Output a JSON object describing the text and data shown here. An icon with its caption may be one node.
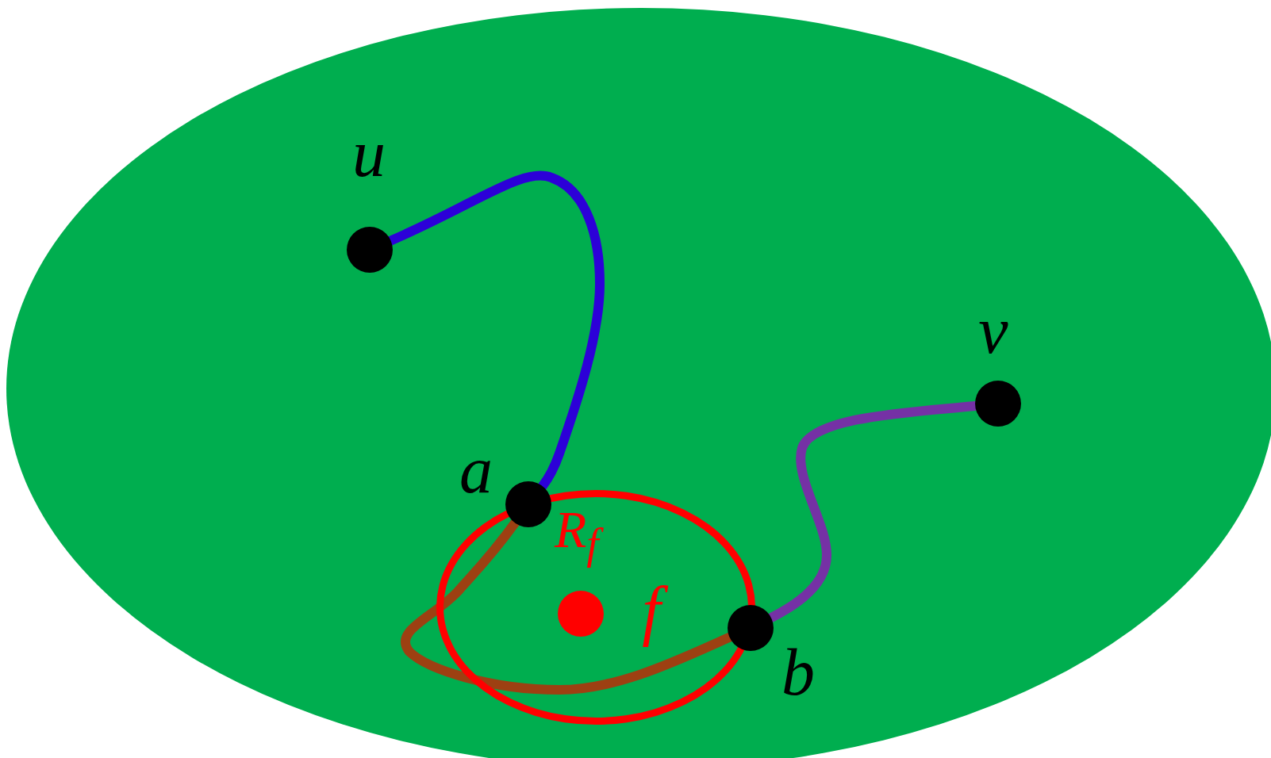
{
  "diagram": {
    "nodes": [
      {
        "text": [],
        "shape": "ellipse"
      },
      {
        "text": [
          "u"
        ],
        "in": 0
      },
      {
        "text": [
          "v"
        ],
        "in": 0
      },
      {
        "text": [
          "a"
        ],
        "in": 0
      },
      {
        "text": [
          "R$_{f}$"
        ],
        "in": 0
      },
      {
        "text": [
          "f"
        ],
        "in": 4
      },
      {
        "text": [
          "b"
        ],
        "in": 0
      }
    ],
    "edges": [
      {
        "from": 1,
        "to": 3,
        "arrow": "none",
        "color": "#2c00d8"
      },
      {
        "from": 3,
        "to": 6,
        "arrow": "none",
        "color": "#9d4012"
      },
      {
        "from": 6,
        "to": 2,
        "arrow": "none",
        "color": "#7531a5"
      }
    ]
  }
}
